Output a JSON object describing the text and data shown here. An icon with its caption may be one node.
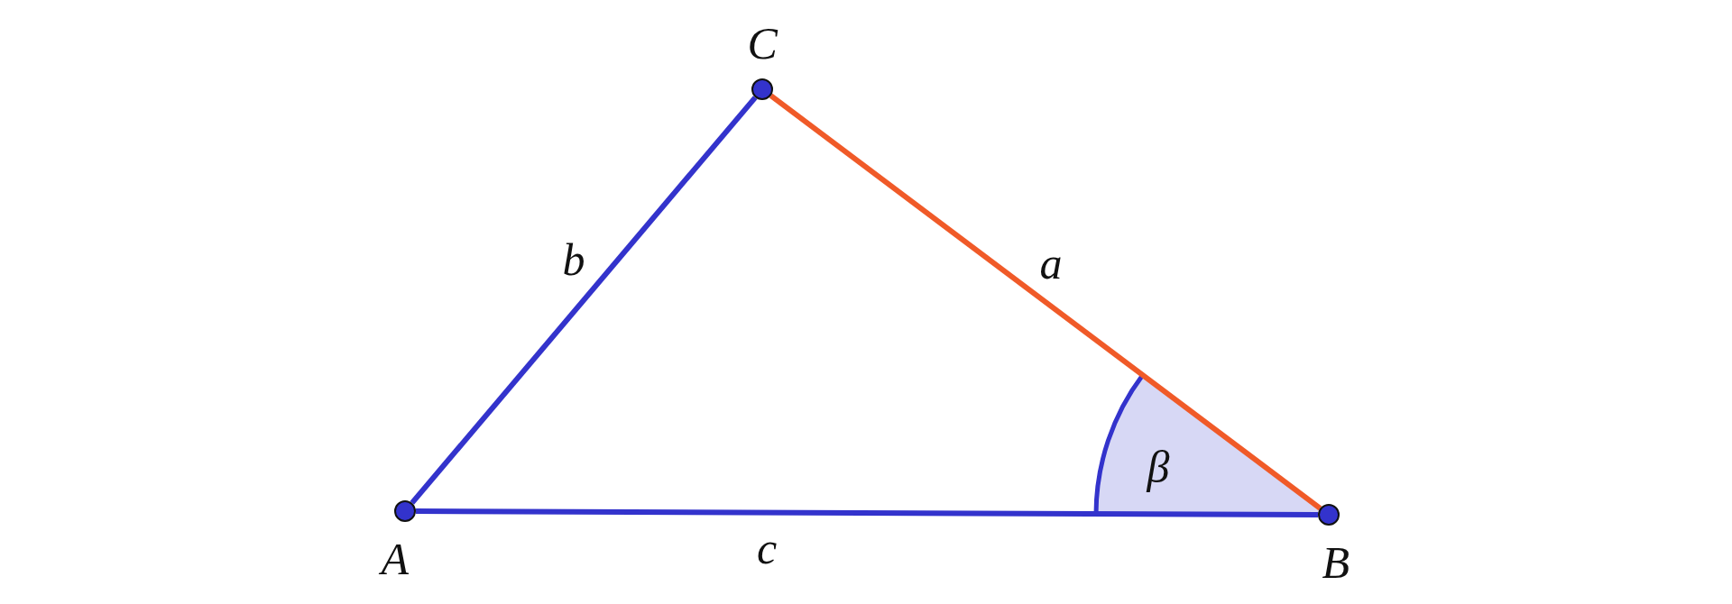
{
  "diagram": {
    "nodes": [
      {
        "text": [
          "A"
        ]
      },
      {
        "text": [
          "B"
        ]
      },
      {
        "text": [
          "C"
        ]
      }
    ],
    "edges": [
      {
        "from": 0,
        "to": 1,
        "arrow": "none",
        "label": "c"
      },
      {
        "from": 1,
        "to": 2,
        "arrow": "none",
        "label": "a",
        "color": "#f05a28"
      },
      {
        "from": 2,
        "to": 0,
        "arrow": "none",
        "label": "b"
      }
    ],
    "labels": [
      "β"
    ]
  }
}
